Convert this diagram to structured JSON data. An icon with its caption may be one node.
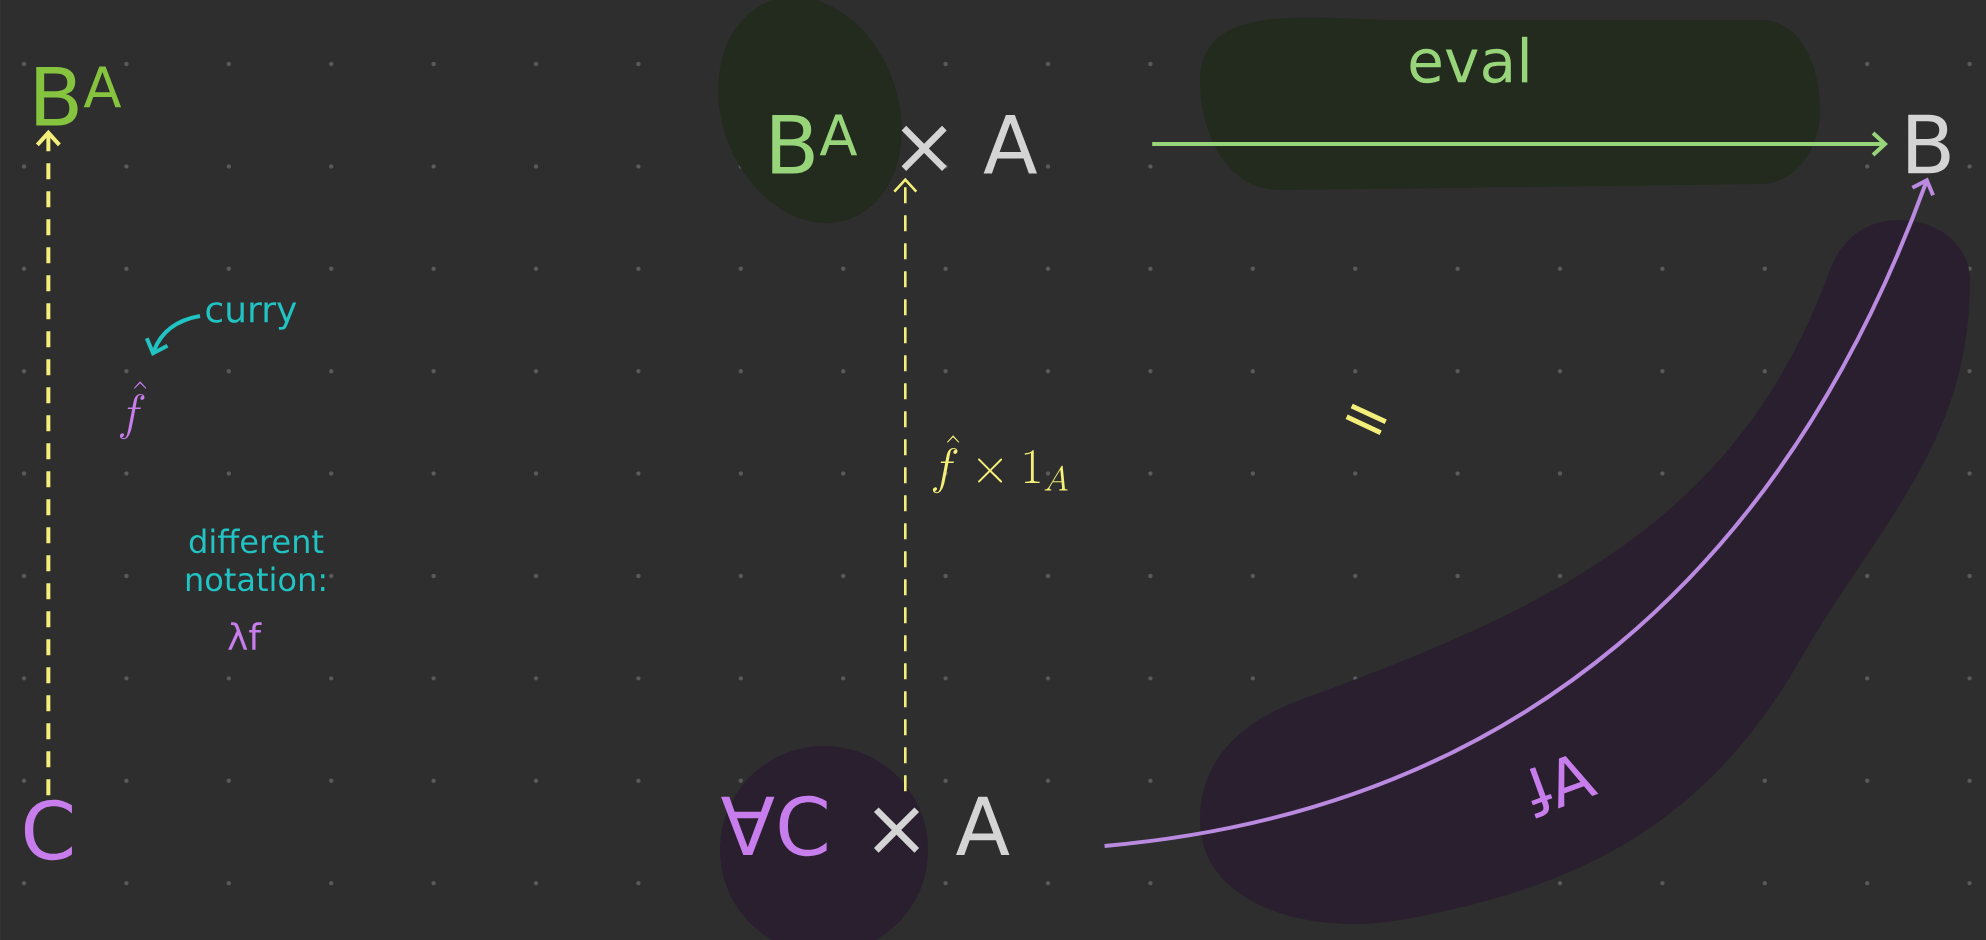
{
  "diagram": {
    "nodes": [
      {
        "text": [
          "B$^{A}$"
        ]
      },
      {
        "text": [
          "C"
        ]
      },
      {
        "text": [
          "B$^{A}$",
          "× A"
        ]
      },
      {
        "text": [
          "B"
        ]
      },
      {
        "text": [
          "∀C",
          "× A"
        ]
      },
      {
        "text": [
          "curry"
        ]
      }
    ],
    "edges": [
      {
        "from": 1,
        "to": 0,
        "arrow": "to",
        "style": "dashed",
        "color": "#f4ef7a",
        "label": "\\hat{f}"
      },
      {
        "from": 5,
        "to": null,
        "arrow": "to",
        "color": "#21c3c3"
      },
      {
        "from": 2,
        "to": 3,
        "arrow": "to",
        "color": "#98d47a",
        "label": "eval"
      },
      {
        "from": 4,
        "to": 2,
        "arrow": "to",
        "style": "dashed",
        "color": "#f4ef7a",
        "label": "\\hat{f} \\times 1_A"
      },
      {
        "from": 4,
        "to": 3,
        "arrow": "to",
        "color": "#b98ae0",
        "label": "∀f"
      }
    ],
    "labels": [
      "different notation:",
      "λf",
      "="
    ]
  }
}
